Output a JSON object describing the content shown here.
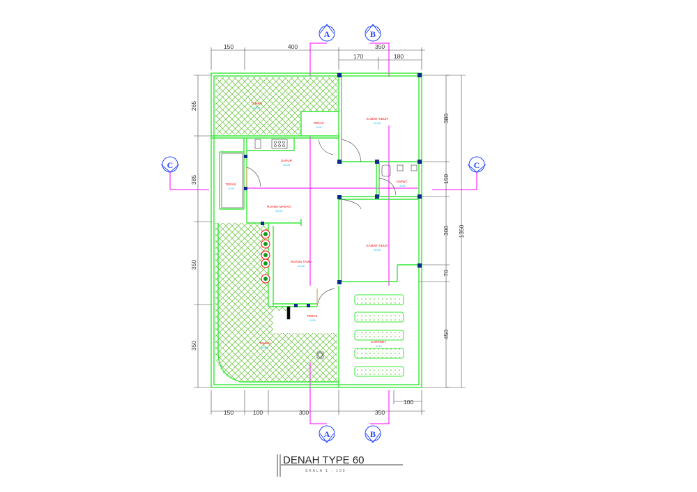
{
  "drawing": {
    "title": "DENAH TYPE 60",
    "scale_text": "SKALA 1 : 100"
  },
  "section_markers": {
    "a": "A",
    "b": "B",
    "c": "C"
  },
  "dimensions": {
    "top": [
      "150",
      "400",
      "350"
    ],
    "top_inner": [
      "170",
      "180"
    ],
    "bottom": [
      "150",
      "100",
      "300",
      "350"
    ],
    "bottom_extra": "100",
    "left": [
      "265",
      "385",
      "350",
      "350"
    ],
    "right": [
      "380",
      "150",
      "300",
      "70",
      "450"
    ],
    "right_total": "1350"
  },
  "rooms": {
    "garden_top": "TAMAN",
    "garden_top_elev": "±0.00",
    "terrace_top": "TERAS",
    "terrace_top_elev": "-0.05",
    "bedroom_1": "KAMAR TIDUR",
    "bedroom_1_elev": "±0.00",
    "kitchen": "DAPUR",
    "kitchen_elev": "±0.00",
    "side_terrace": "TERAS",
    "side_terrace_elev": "-0.05",
    "bathroom": "KM/WC",
    "bathroom_elev": "-0.05",
    "dining": "RUANG MAKAN",
    "dining_elev": "±0.00",
    "bedroom_2": "KAMAR TIDUR",
    "bedroom_2_elev": "±0.00",
    "living": "RUANG TAMU",
    "living_elev": "±0.00",
    "front_terrace": "TERAS",
    "front_terrace_elev": "-0.05",
    "garden_front": "TAMAN",
    "garden_front_elev": "±0.00",
    "garage": "CARPORT",
    "garage_elev": "-0.10"
  },
  "colors": {
    "wall": "#34e834",
    "column": "#0a2a8c",
    "section_line": "#ff00ff",
    "hatch": "#5bbf2a",
    "dim_line": "#444444"
  }
}
